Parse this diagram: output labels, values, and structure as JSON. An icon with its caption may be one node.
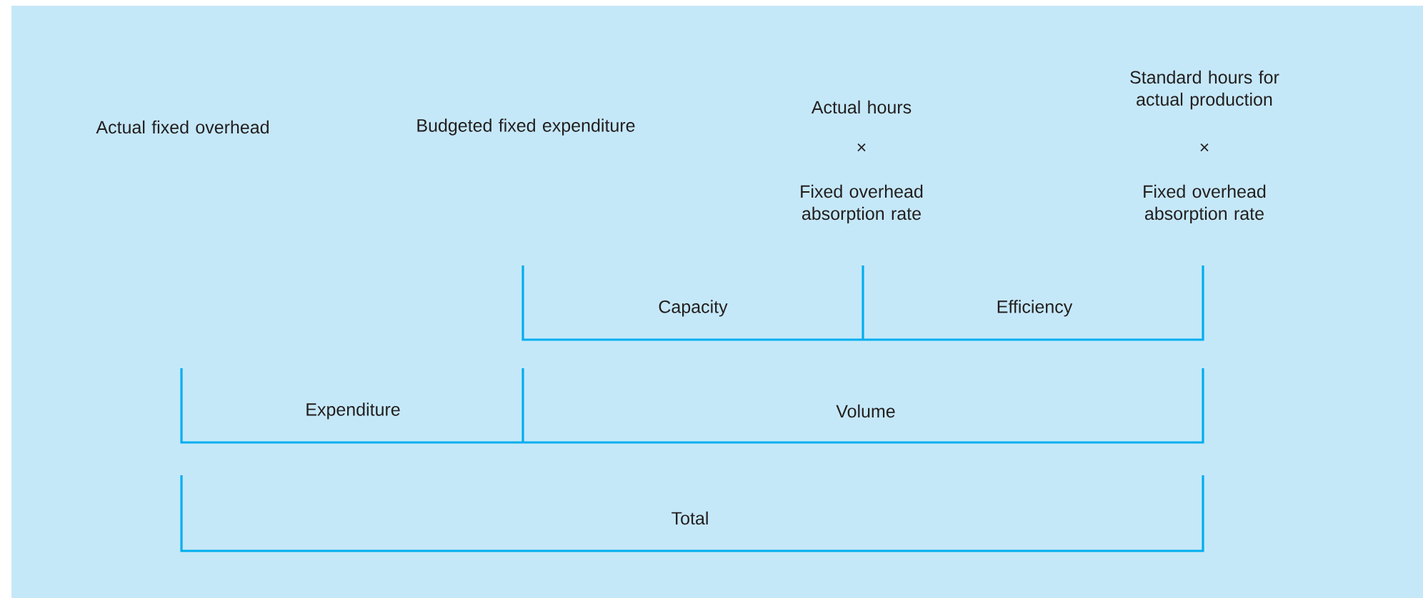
{
  "diagram": {
    "labels": [
      "Actual fixed overhead",
      "Budgeted fixed expenditure",
      "Actual hours",
      "×",
      "Fixed overhead absorption rate",
      "Standard hours for actual production",
      "×",
      "Fixed overhead absorption rate",
      "Capacity",
      "Efficiency",
      "Expenditure",
      "Volume",
      "Total"
    ]
  }
}
